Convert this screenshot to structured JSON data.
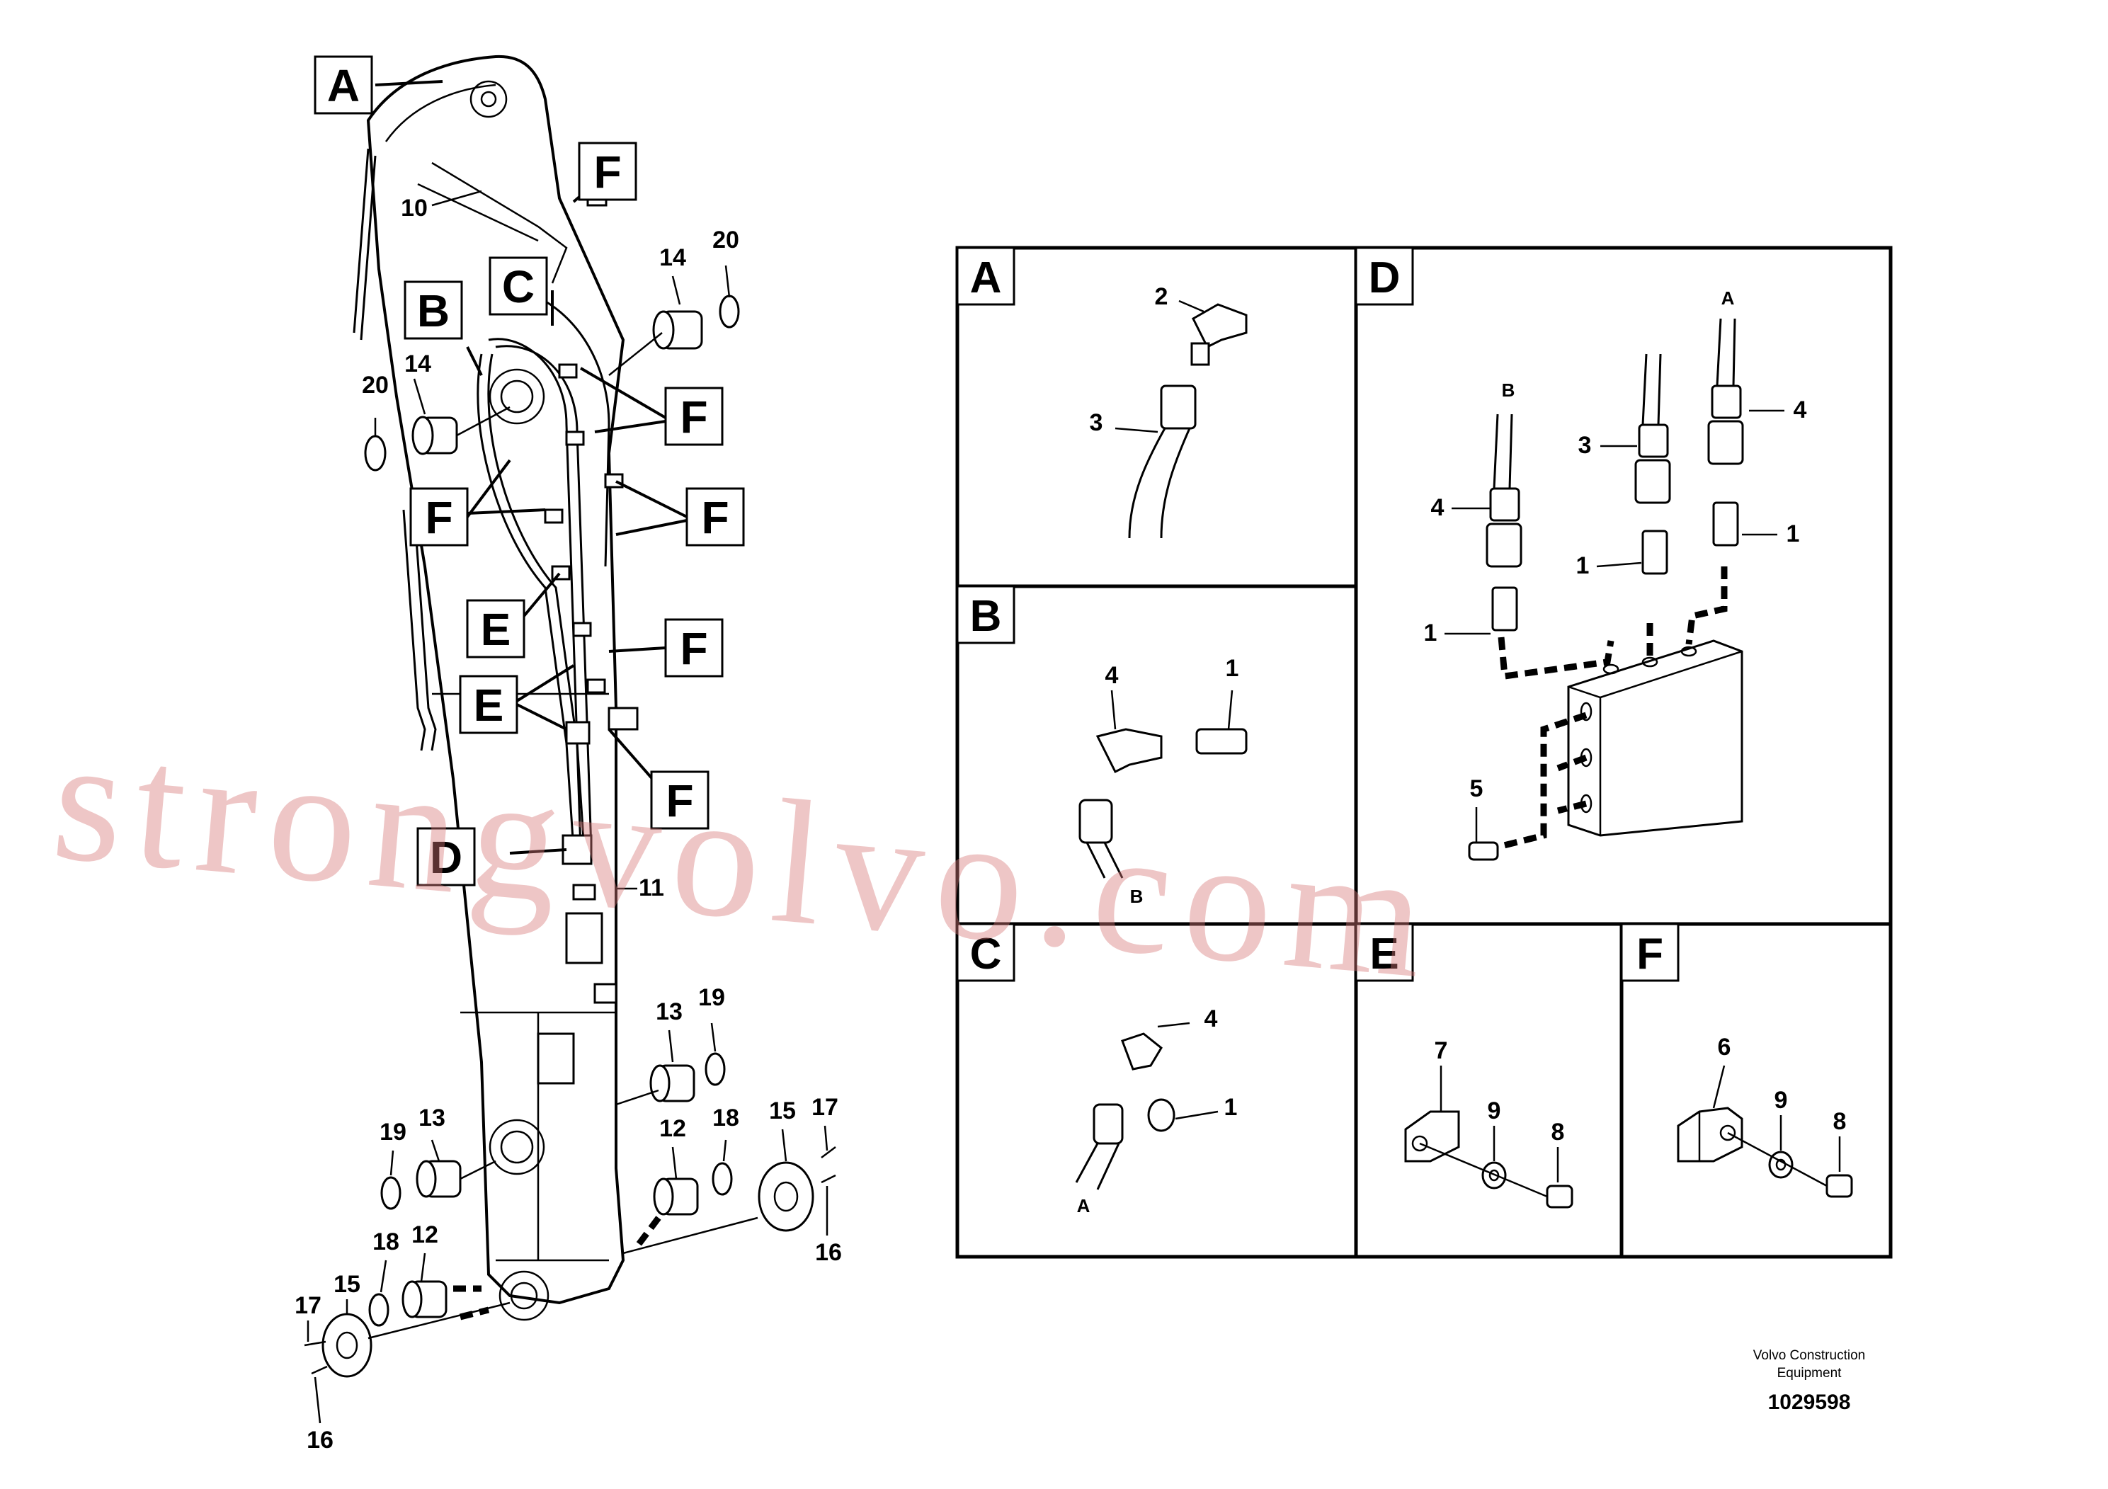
{
  "callouts": [
    "A",
    "F",
    "B",
    "C",
    "F",
    "F",
    "F",
    "E",
    "F",
    "E",
    "F",
    "D"
  ],
  "main_numbers": [
    "10",
    "14",
    "20",
    "20",
    "14",
    "11",
    "13",
    "19",
    "19",
    "13",
    "12",
    "18",
    "18",
    "12",
    "15",
    "17",
    "16",
    "15",
    "17",
    "16"
  ],
  "panels": {
    "A": {
      "label": "A",
      "parts": [
        "2",
        "3"
      ]
    },
    "B": {
      "label": "B",
      "parts": [
        "4",
        "1"
      ],
      "hose_label": "B"
    },
    "C": {
      "label": "C",
      "parts": [
        "4",
        "1"
      ],
      "hose_label": "A"
    },
    "D": {
      "label": "D",
      "parts": [
        "B",
        "A",
        "4",
        "3",
        "4",
        "1",
        "1",
        "1",
        "5"
      ]
    },
    "E": {
      "label": "E",
      "parts": [
        "7",
        "9",
        "8"
      ]
    },
    "F": {
      "label": "F",
      "parts": [
        "6",
        "9",
        "8"
      ]
    }
  },
  "watermark": "strongvolvo.com",
  "footer": {
    "company_line1": "Volvo Construction",
    "company_line2": "Equipment",
    "doc_number": "1029598"
  },
  "colors": {
    "watermark": "#d67878",
    "ink": "#000000"
  }
}
